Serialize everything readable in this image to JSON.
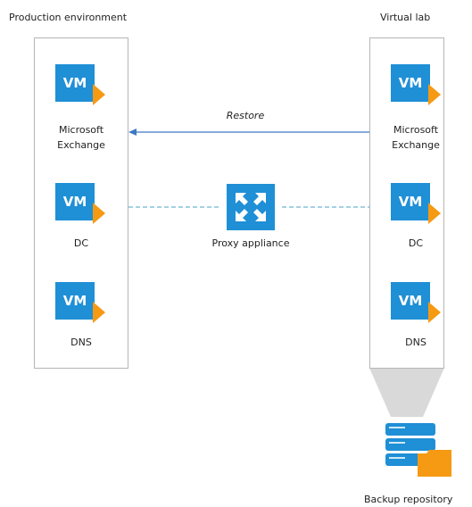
{
  "diagram": {
    "production": {
      "title": "Production environment",
      "vms": [
        {
          "badge": "VM",
          "name_line1": "Microsoft",
          "name_line2": "Exchange"
        },
        {
          "badge": "VM",
          "name_line1": "DC"
        },
        {
          "badge": "VM",
          "name_line1": "DNS"
        }
      ]
    },
    "virtual_lab": {
      "title": "Virtual lab",
      "vms": [
        {
          "badge": "VM",
          "name_line1": "Microsoft",
          "name_line2": "Exchange"
        },
        {
          "badge": "VM",
          "name_line1": "DC"
        },
        {
          "badge": "VM",
          "name_line1": "DNS"
        }
      ]
    },
    "restore_label": "Restore",
    "proxy_label": "Proxy appliance",
    "backup_label": "Backup repository",
    "colors": {
      "vm_blue": "#1f8fd6",
      "vm_orange": "#f59a12",
      "restore_arrow": "#3e78c2",
      "dashed_link": "#4aa3c8",
      "panel_border": "#b5b5b5",
      "funnel": "#d9d9d9"
    }
  }
}
